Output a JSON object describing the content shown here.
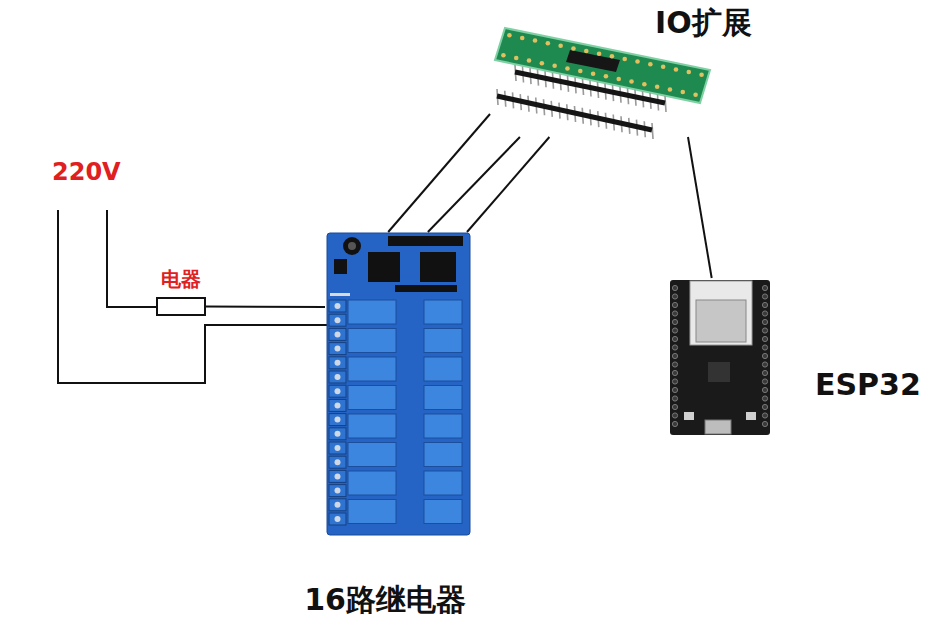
{
  "diagram": {
    "nodes": [
      {
        "text": [
          "IO扩展"
        ]
      },
      {
        "text": [
          "16路继电器"
        ]
      },
      {
        "text": [
          "电器"
        ]
      },
      {
        "text": [
          "ESP32"
        ]
      }
    ],
    "edges": [
      {
        "from": 0,
        "to": 1,
        "arrow": "none"
      },
      {
        "from": 0,
        "to": 1,
        "arrow": "none"
      },
      {
        "from": 0,
        "to": 1,
        "arrow": "none"
      },
      {
        "from": 0,
        "to": 3,
        "arrow": "none"
      },
      {
        "from": 2,
        "to": 1,
        "arrow": "none"
      }
    ],
    "labels": [
      "220V"
    ]
  }
}
